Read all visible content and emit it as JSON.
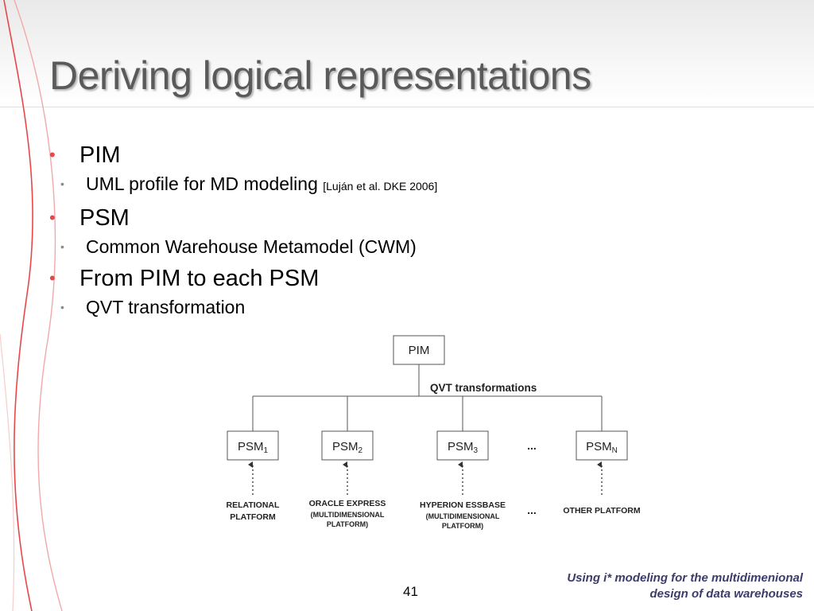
{
  "slide": {
    "title": "Deriving logical representations",
    "bullets": [
      {
        "label": "PIM",
        "sub": {
          "text": "UML profile for MD modeling ",
          "cite": "[Luján et al. DKE 2006]"
        }
      },
      {
        "label": "PSM",
        "sub": {
          "text": "Common Warehouse Metamodel (CWM)",
          "cite": ""
        }
      },
      {
        "label": "From PIM to each PSM",
        "sub": {
          "text": "QVT transformation",
          "cite": ""
        }
      }
    ],
    "page_number": "41",
    "footer": {
      "line1": "Using i* modeling for the multidimenional",
      "line2": "design of data warehouses"
    }
  },
  "diagram": {
    "pim_label": "PIM",
    "transform_label": "QVT transformations",
    "psm_labels": [
      {
        "base": "PSM",
        "sub": "1"
      },
      {
        "base": "PSM",
        "sub": "2"
      },
      {
        "base": "PSM",
        "sub": "3"
      },
      {
        "base": "PSM",
        "sub": "N"
      }
    ],
    "ellipsis": "...",
    "platforms": [
      {
        "line1": "RELATIONAL",
        "line2": "PLATFORM",
        "line3": ""
      },
      {
        "line1": "ORACLE EXPRESS",
        "line2": "(MULTIDIMENSIONAL",
        "line3": "PLATFORM)"
      },
      {
        "line1": "HYPERION ESSBASE",
        "line2": "(MULTIDIMENSIONAL",
        "line3": "PLATFORM)"
      },
      {
        "line1": "OTHER PLATFORM",
        "line2": "",
        "line3": ""
      }
    ]
  },
  "colors": {
    "bullet_accent": "#e8474a",
    "title": "#5a5a5a",
    "footer": "#3c3c6a",
    "decor_curve": "#e8474a"
  }
}
